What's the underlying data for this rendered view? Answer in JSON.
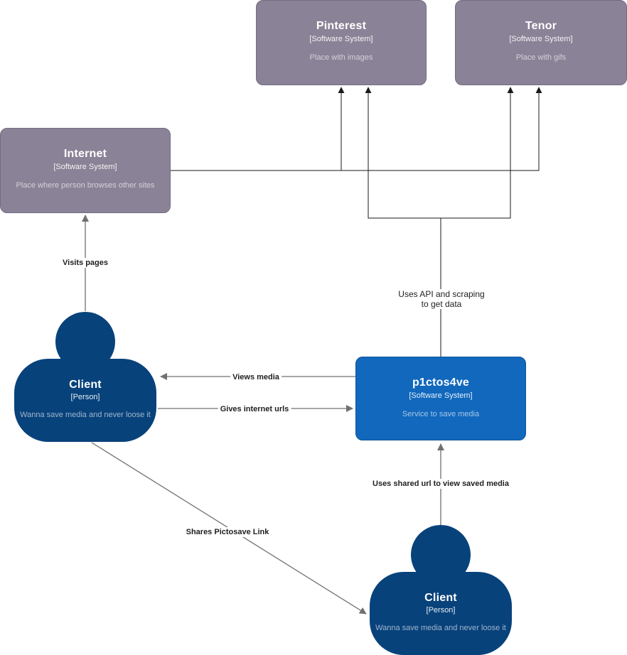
{
  "diagram": {
    "nodes": {
      "pinterest": {
        "title": "Pinterest",
        "type": "[Software System]",
        "description": "Place with images"
      },
      "tenor": {
        "title": "Tenor",
        "type": "[Software System]",
        "description": "Place with gifs"
      },
      "internet": {
        "title": "Internet",
        "type": "[Software System]",
        "description": "Place where person browses other sites"
      },
      "client_left": {
        "title": "Client",
        "type": "[Person]",
        "description": "Wanna save media and never loose it"
      },
      "p1ctos4ve": {
        "title": "p1ctos4ve",
        "type": "[Software System]",
        "description": "Service to save media"
      },
      "client_bottom": {
        "title": "Client",
        "type": "[Person]",
        "description": "Wanna save media and never loose it"
      }
    },
    "edges": {
      "visits_pages": {
        "label": "Visits pages"
      },
      "uses_api": {
        "line1": "Uses API and scraping",
        "line2": "to get data"
      },
      "views_media": {
        "label": "Views media"
      },
      "gives_internet_urls": {
        "label": "Gives internet urls"
      },
      "uses_shared_url": {
        "label": "Uses shared url to view saved media"
      },
      "shares_pictosave_link": {
        "label": "Shares Pictosave Link"
      }
    },
    "colors": {
      "external_system": "#8a8296",
      "software_system": "#1168bd",
      "person": "#08427b",
      "edge_gray": "#707070",
      "edge_black": "#1a1a1a",
      "background": "#ffffff"
    }
  }
}
